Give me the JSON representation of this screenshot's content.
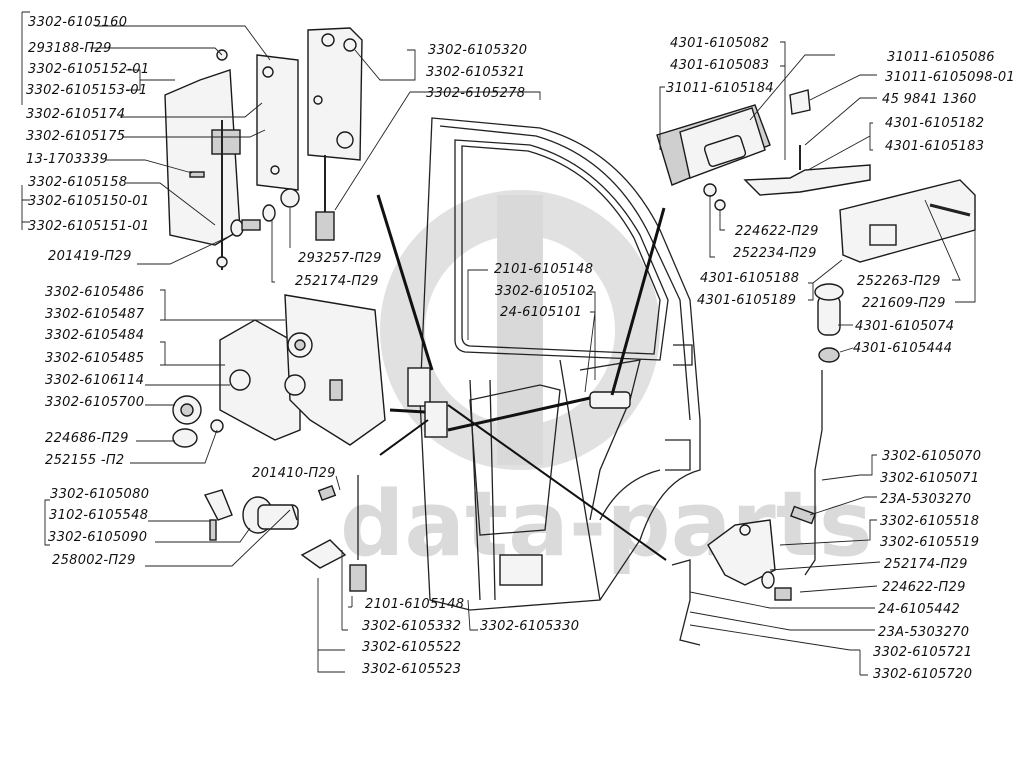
{
  "watermark": {
    "text": "data-parts",
    "color": "#d9d9d9"
  },
  "labels": {
    "hinge_upper": [
      "3302-6105160",
      "293188-П29",
      "3302-6105152-01",
      "3302-6105153-01",
      "3302-6105174",
      "3302-6105175",
      "13-1703339",
      "3302-6105158",
      "3302-6105150-01",
      "3302-6105151-01"
    ],
    "hinge_bolt": [
      "201419-П29",
      "293257-П29",
      "252174-П29"
    ],
    "striker": [
      "3302-6105320",
      "3302-6105321",
      "3302-6105278"
    ],
    "lock": [
      "3302-6105486",
      "3302-6105487",
      "3302-6105484",
      "3302-6105485",
      "3302-6106114",
      "3302-6105700",
      "224686-П29",
      "252155 -П2"
    ],
    "key": [
      "3302-6105080",
      "3102-6105548",
      "3302-6105090",
      "258002-П29"
    ],
    "rod_lower": [
      "201410-П29",
      "2101-6105148",
      "3302-6105332",
      "3302-6105330",
      "3302-6105522",
      "3302-6105523"
    ],
    "door_center": [
      "2101-6105148",
      "3302-6105102",
      "24-6105101"
    ],
    "inner_handle": [
      "4301-6105082",
      "4301-6105083",
      "31011-6105184",
      "31011-6105086",
      "31011-6105098-01",
      "45 9841 1360",
      "4301-6105182",
      "4301-6105183"
    ],
    "inner_handle_lower": [
      "224622-П29",
      "252234-П29",
      "4301-6105188",
      "4301-6105189",
      "252263-П29",
      "221609-П29",
      "4301-6105074",
      "4301-6105444"
    ],
    "remote_control": [
      "3302-6105070",
      "3302-6105071",
      "23А-5303270",
      "3302-6105518",
      "3302-6105519",
      "252174-П29",
      "224622-П29",
      "24-6105442",
      "23А-5303270",
      "3302-6105721",
      "3302-6105720"
    ]
  }
}
